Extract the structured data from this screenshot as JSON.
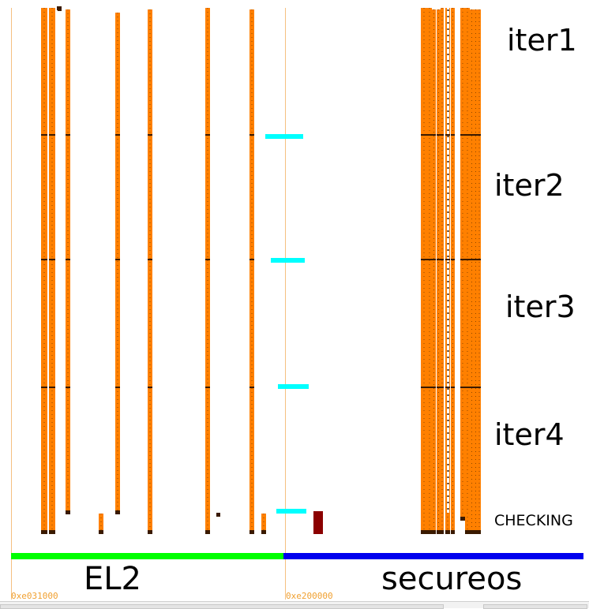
{
  "labels": {
    "iter1": "iter1",
    "iter2": "iter2",
    "iter3": "iter3",
    "iter4": "iter4",
    "checking": "CHECKING"
  },
  "regions": {
    "el2": {
      "name": "EL2",
      "color": "#00ff00"
    },
    "secureos": {
      "name": "secureos",
      "color": "#0000ee"
    }
  },
  "addresses": {
    "start": "0xe031000",
    "boundary": "0xe200000"
  },
  "colors": {
    "access": "#ff8000",
    "access_dark": "#3a1a00",
    "guide": "#f5c080",
    "marker": "#00ffff",
    "event": "#8b0000"
  }
}
